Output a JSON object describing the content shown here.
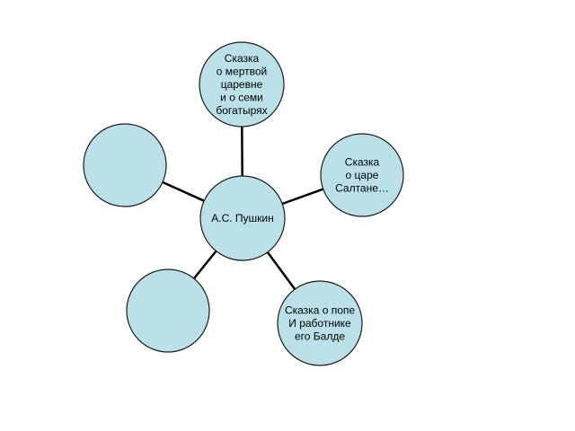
{
  "diagram": {
    "type": "mind-map",
    "colors": {
      "node_fill": "#b9e1e7",
      "node_stroke": "#1a1a1a",
      "connector": "#000000",
      "text": "#000000",
      "background": "#ffffff"
    },
    "center": {
      "id": "center",
      "lines": [
        "А.С. Пушкин"
      ]
    },
    "nodes": [
      {
        "id": "top",
        "lines": [
          "Сказка",
          "о мертвой",
          "царевне",
          "и о семи",
          "богатырях"
        ]
      },
      {
        "id": "right",
        "lines": [
          "Сказка",
          "о царе",
          "Салтане…"
        ]
      },
      {
        "id": "bottom-right",
        "lines": [
          "Сказка о попе",
          "И работнике",
          "его Балде"
        ]
      },
      {
        "id": "bottom-left",
        "lines": []
      },
      {
        "id": "left",
        "lines": []
      }
    ]
  }
}
